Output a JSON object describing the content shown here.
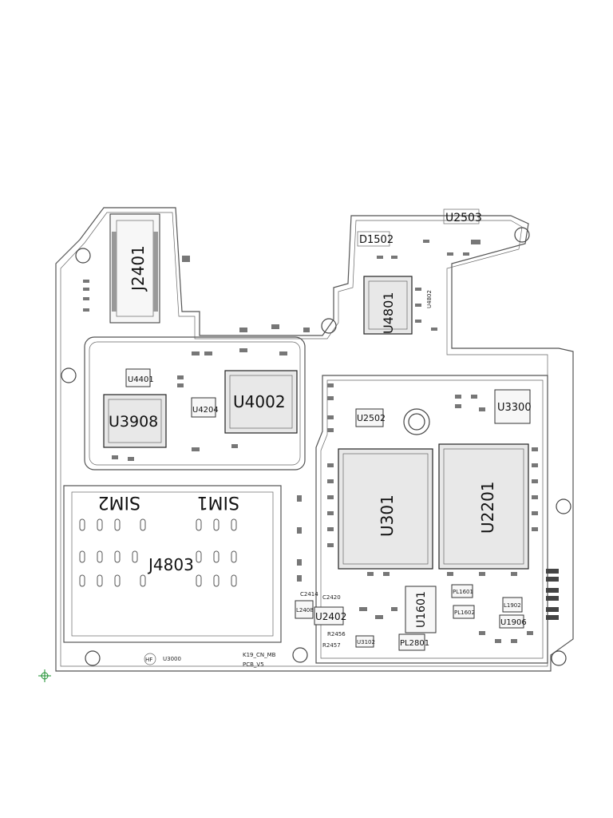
{
  "components": {
    "j2401": "J2401",
    "u2503": "U2503",
    "d1502": "D1502",
    "u4801": "U4801",
    "u4802": "U4802",
    "u4401": "U4401",
    "u3908": "U3908",
    "u4204": "U4204",
    "u4002": "U4002",
    "u2502": "U2502",
    "u3300": "U3300",
    "u301": "U301",
    "u2201": "U2201",
    "j4803": "J4803",
    "u2402": "U2402",
    "u1601": "U1601",
    "pl2801": "PL2801",
    "u1906": "U1906",
    "u3102": "U3102",
    "l1902": "L1902",
    "pl1601": "PL1601",
    "pl1602": "PL1602",
    "l2408": "L2408",
    "c2414": "C2414",
    "c2420": "C2420",
    "r2456": "R2456",
    "r2457": "R2457",
    "u3000": "U3000"
  },
  "sim_labels": {
    "sim1": "SIM1",
    "sim2": "SIM2"
  },
  "markings": {
    "board_name": "K19_CN_MB",
    "pcb_version": "PCB_V5",
    "hf": "HF"
  },
  "colors": {
    "ink": "#111111",
    "outline": "#555555",
    "marker": "#1a8f2e"
  }
}
